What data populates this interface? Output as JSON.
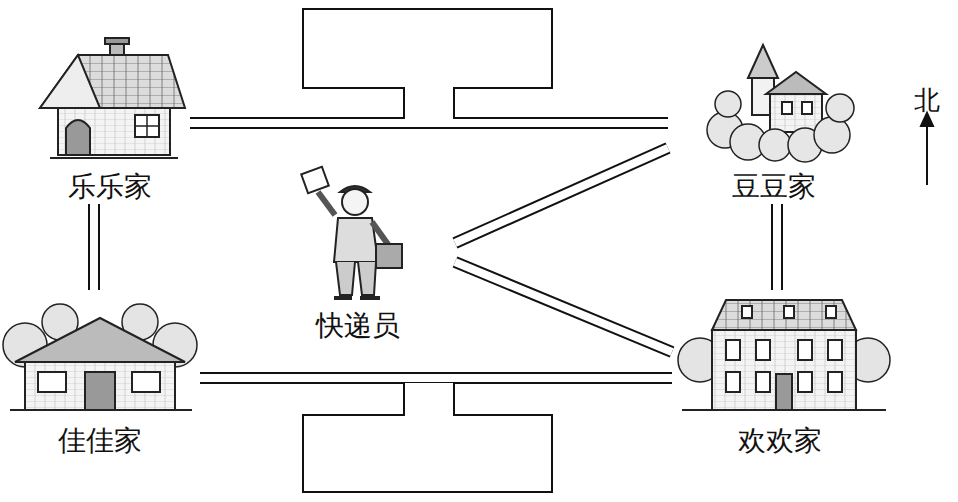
{
  "diagram": {
    "nodes": [
      {
        "text": [
          "乐乐家"
        ]
      },
      {
        "text": [
          "豆豆家"
        ]
      },
      {
        "text": [
          "快递员"
        ]
      },
      {
        "text": [
          "佳佳家"
        ]
      },
      {
        "text": [
          "欢欢家"
        ]
      }
    ],
    "edges": [
      {
        "from": 0,
        "to": 1,
        "arrow": "none"
      },
      {
        "from": 0,
        "to": 3,
        "arrow": "none"
      },
      {
        "from": 1,
        "to": 4,
        "arrow": "none"
      },
      {
        "from": 3,
        "to": 4,
        "arrow": "none"
      },
      {
        "from": 2,
        "to": 1,
        "arrow": "none"
      },
      {
        "from": 2,
        "to": 4,
        "arrow": "none"
      }
    ],
    "labels": [
      "北"
    ]
  }
}
